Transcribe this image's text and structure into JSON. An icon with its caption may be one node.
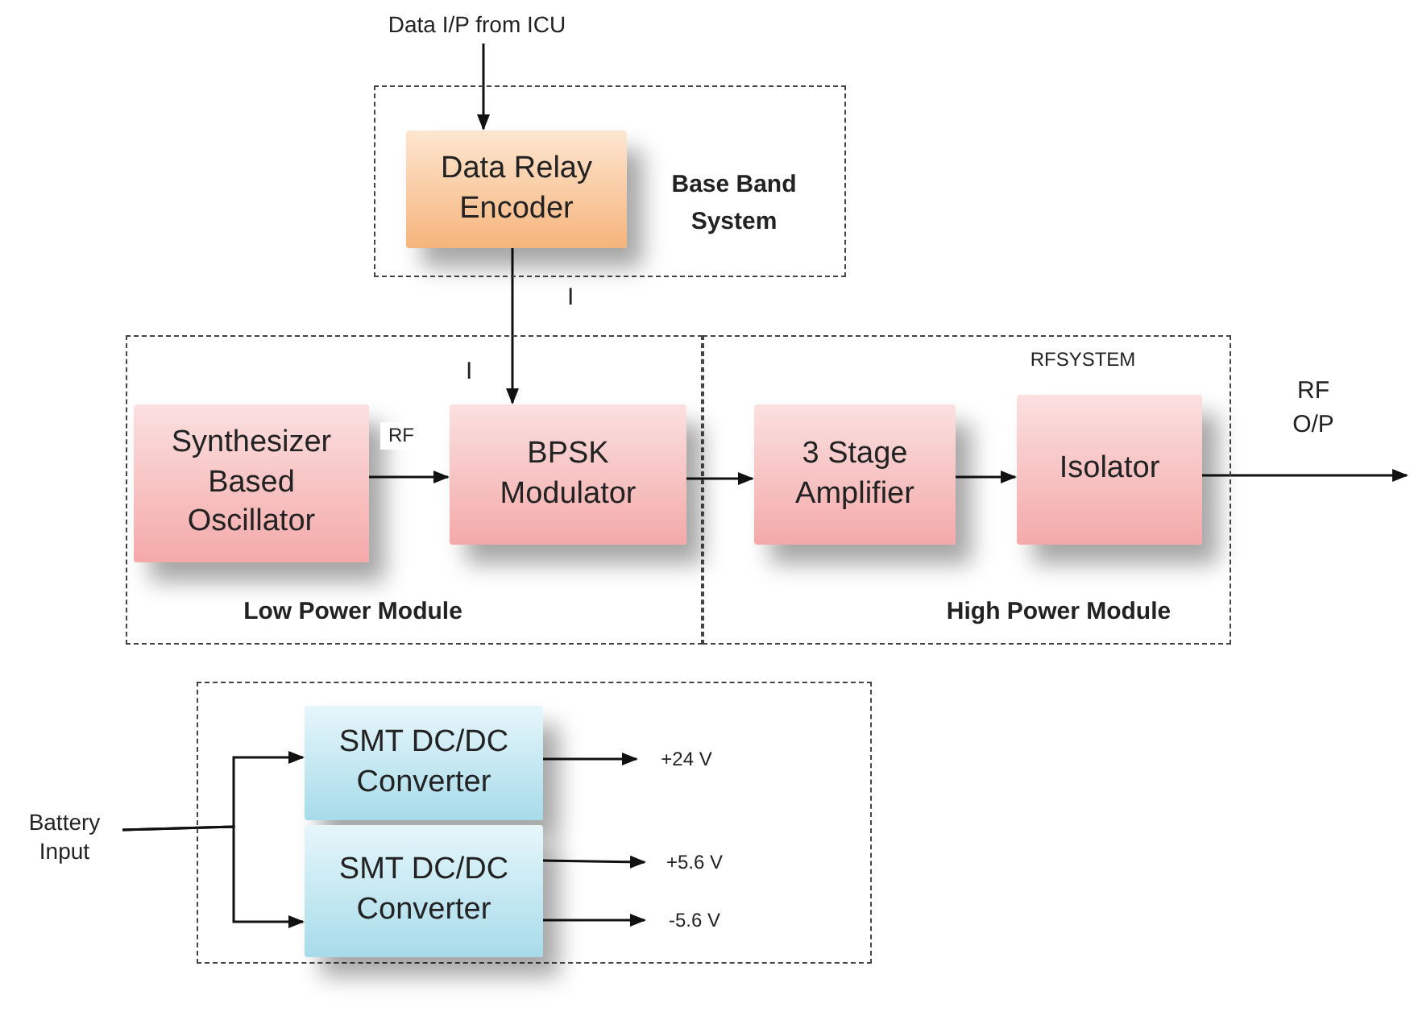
{
  "diagram": {
    "nodes": [
      {
        "text": [
          "Data I/P from ICU"
        ]
      },
      {
        "text": [
          "Base Band System"
        ]
      },
      {
        "text": [
          "Data Relay Encoder"
        ],
        "in": 1
      },
      {
        "text": [
          "Low Power Module"
        ]
      },
      {
        "text": [
          "Synthesizer Based Oscillator"
        ],
        "in": 3
      },
      {
        "text": [
          "BPSK Modulator"
        ],
        "in": 3
      },
      {
        "text": [
          "RFSYSTEM",
          "High Power Module"
        ]
      },
      {
        "text": [
          "3 Stage Amplifier"
        ],
        "in": 6
      },
      {
        "text": [
          "Isolator"
        ],
        "in": 6
      },
      {
        "text": [],
        "shape": "box"
      },
      {
        "text": [
          "SMT DC/DC Converter"
        ],
        "in": 9
      },
      {
        "text": [
          "SMT DC/DC Converter"
        ],
        "in": 9
      },
      {
        "text": [
          "Battery Input"
        ]
      },
      {
        "text": [
          "+24 V"
        ],
        "in": 9
      },
      {
        "text": [
          "+5.6 V"
        ],
        "in": 9
      },
      {
        "text": [
          "-5.6 V"
        ],
        "in": 9
      }
    ],
    "edges": [
      {
        "from": 0,
        "to": 2,
        "arrow": "to"
      },
      {
        "from": 2,
        "to": 5,
        "arrow": "to"
      },
      {
        "from": 4,
        "to": 5,
        "arrow": "to",
        "label": "RF"
      },
      {
        "from": 5,
        "to": 7,
        "arrow": "to"
      },
      {
        "from": 7,
        "to": 8,
        "arrow": "to"
      },
      {
        "from": 8,
        "to": null,
        "arrow": "to",
        "label": "RF O/P"
      },
      {
        "from": 12,
        "to": 10,
        "arrow": "to"
      },
      {
        "from": 12,
        "to": 11,
        "arrow": "to"
      },
      {
        "from": 10,
        "to": 13,
        "arrow": "to"
      },
      {
        "from": 11,
        "to": 14,
        "arrow": "to"
      },
      {
        "from": 11,
        "to": 15,
        "arrow": "to"
      }
    ],
    "labels": [
      "I",
      "I"
    ]
  }
}
